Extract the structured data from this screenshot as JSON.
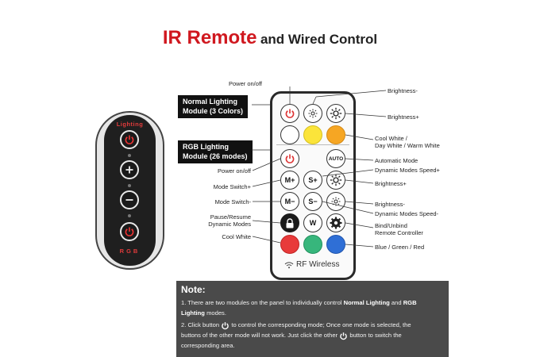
{
  "title": {
    "red": "IR Remote",
    "black": "and Wired Control"
  },
  "wired": {
    "top_label": "Lighting",
    "bottom_label": "RGB"
  },
  "modules": {
    "normal": {
      "line1": "Normal Lighting",
      "line2": "Module (3 Colors)"
    },
    "rgb": {
      "line1": "RGB Lighting",
      "line2": "Module (26 modes)"
    }
  },
  "remote": {
    "auto": "AUTO",
    "m_plus": "M+",
    "s_plus": "S+",
    "m_minus": "M−",
    "s_minus": "S−",
    "w": "W",
    "rf_label": "RF Wireless"
  },
  "callouts": {
    "power1": "Power on/off",
    "bright_minus1": "Brightness-",
    "bright_plus1": "Brightness+",
    "cool_white1": "Cool White /",
    "cool_white2": "Day White / Warm White",
    "power2": "Power on/off",
    "auto_mode": "Automatic Mode",
    "dyn_speed_plus": "Dynamic Modes Speed+",
    "mode_switch_plus": "Mode Switch+",
    "bright_plus2": "Brightness+",
    "mode_switch_minus": "Mode Switch-",
    "bright_minus2": "Brightness-",
    "dyn_speed_minus": "Dynamic Modes Speed-",
    "pause1": "Pause/Resume",
    "pause2": "Dynamic Modes",
    "bind1": "Bind/Unbind",
    "bind2": "Remote Controller",
    "cool_white3": "Cool White",
    "rgb_colors": "Blue / Green / Red"
  },
  "note": {
    "title": "Note:",
    "p1_a": "1. There are two modules on the panel to individually control ",
    "p1_b": "Normal Lighting",
    "p1_c": " and ",
    "p1_d": "RGB",
    "p1_e": "Lighting",
    "p1_f": " modes.",
    "p2_a": "2. Click button ",
    "p2_b": " to control the corresponding mode;  Once one mode is selected, the",
    "p2_c": "buttons of the other mode will not work. Just click the other ",
    "p2_d": " button to switch the",
    "p2_e": "corresponding area."
  },
  "colors": {
    "accent_red": "#d0181f",
    "note_bg": "#4a4a4a"
  }
}
